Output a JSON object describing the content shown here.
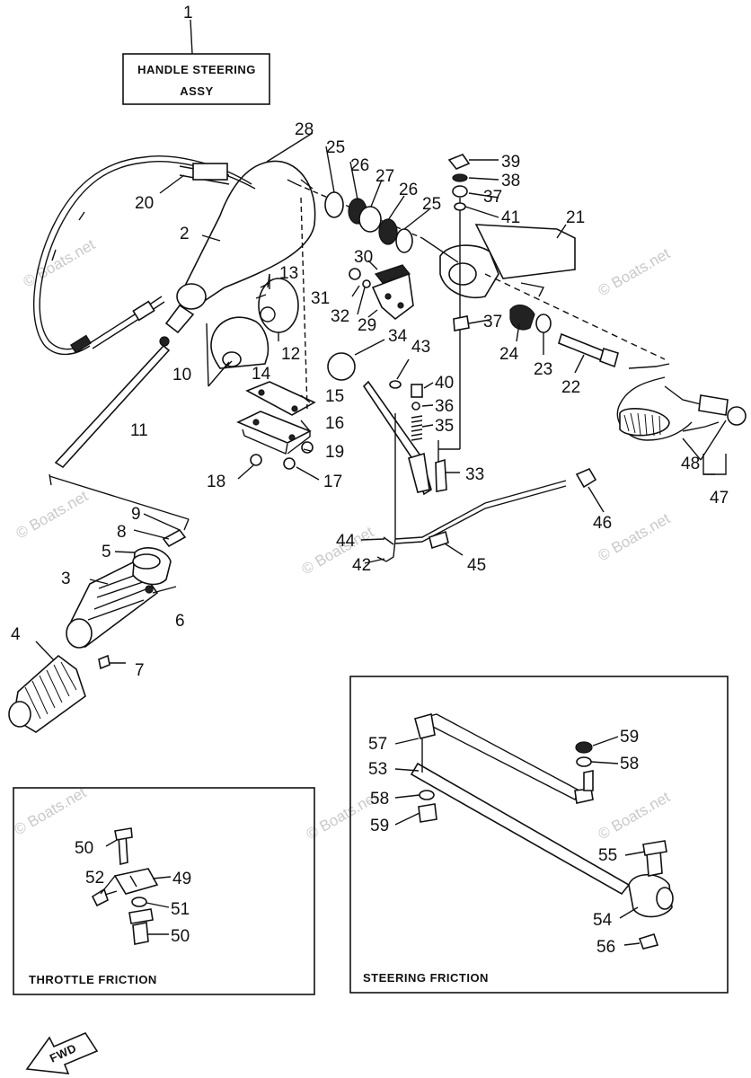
{
  "title_box": {
    "number": "1",
    "line1": "HANDLE STEERING",
    "line2": "ASSY"
  },
  "insets": {
    "throttle_friction": "THROTTLE FRICTION",
    "steering_friction": "STEERING FRICTION"
  },
  "direction_label": "FWD",
  "watermark": "© Boats.net",
  "part_numbers": [
    "2",
    "3",
    "4",
    "5",
    "6",
    "7",
    "8",
    "9",
    "10",
    "11",
    "12",
    "13",
    "14",
    "15",
    "16",
    "17",
    "18",
    "19",
    "20",
    "21",
    "22",
    "23",
    "24",
    "25",
    "25",
    "26",
    "26",
    "27",
    "28",
    "29",
    "30",
    "31",
    "32",
    "33",
    "34",
    "35",
    "36",
    "37",
    "37",
    "38",
    "39",
    "40",
    "41",
    "42",
    "43",
    "44",
    "45",
    "46",
    "47",
    "48",
    "49",
    "50",
    "50",
    "51",
    "52",
    "53",
    "54",
    "55",
    "56",
    "57",
    "58",
    "58",
    "59",
    "59"
  ]
}
